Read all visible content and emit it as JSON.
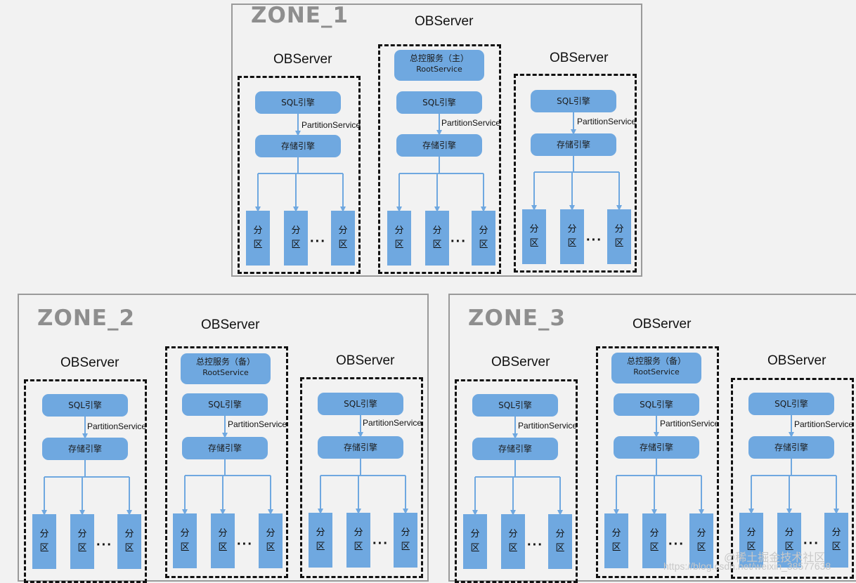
{
  "zones": [
    {
      "title": "ZONE_1",
      "servers": [
        {
          "label": "OBServer",
          "sql": "SQL引擎",
          "ps": "PartitionService",
          "storage": "存储引擎",
          "part_top": "分",
          "part_bottom": "区",
          "ellipsis": "···"
        },
        {
          "label": "OBServer",
          "root_line1": "总控服务（主）",
          "root_line2": "RootService",
          "sql": "SQL引擎",
          "ps": "PartitionService",
          "storage": "存储引擎",
          "part_top": "分",
          "part_bottom": "区",
          "ellipsis": "···"
        },
        {
          "label": "OBServer",
          "sql": "SQL引擎",
          "ps": "PartitionService",
          "storage": "存储引擎",
          "part_top": "分",
          "part_bottom": "区",
          "ellipsis": "···"
        }
      ]
    },
    {
      "title": "ZONE_2",
      "servers": [
        {
          "label": "OBServer",
          "sql": "SQL引擎",
          "ps": "PartitionService",
          "storage": "存储引擎",
          "part_top": "分",
          "part_bottom": "区",
          "ellipsis": "···"
        },
        {
          "label": "OBServer",
          "root_line1": "总控服务（备）",
          "root_line2": "RootService",
          "sql": "SQL引擎",
          "ps": "PartitionService",
          "storage": "存储引擎",
          "part_top": "分",
          "part_bottom": "区",
          "ellipsis": "···"
        },
        {
          "label": "OBServer",
          "sql": "SQL引擎",
          "ps": "PartitionService",
          "storage": "存储引擎",
          "part_top": "分",
          "part_bottom": "区",
          "ellipsis": "···"
        }
      ]
    },
    {
      "title": "ZONE_3",
      "servers": [
        {
          "label": "OBServer",
          "sql": "SQL引擎",
          "ps": "PartitionService",
          "storage": "存储引擎",
          "part_top": "分",
          "part_bottom": "区",
          "ellipsis": "···"
        },
        {
          "label": "OBServer",
          "root_line1": "总控服务（备）",
          "root_line2": "RootService",
          "sql": "SQL引擎",
          "ps": "PartitionService",
          "storage": "存储引擎",
          "part_top": "分",
          "part_bottom": "区",
          "ellipsis": "···"
        },
        {
          "label": "OBServer",
          "sql": "SQL引擎",
          "ps": "PartitionService",
          "storage": "存储引擎",
          "part_top": "分",
          "part_bottom": "区",
          "ellipsis": "···"
        }
      ]
    }
  ],
  "watermark": {
    "text": "@稀土掘金技术社区",
    "url": "https://blog.csdn.net/weixin_38577638"
  },
  "colors": {
    "pill": "#6fa8e0",
    "arrow": "#6fa8e0",
    "zone_border": "#9a9a9a",
    "zone_title": "#8e8e8e"
  }
}
